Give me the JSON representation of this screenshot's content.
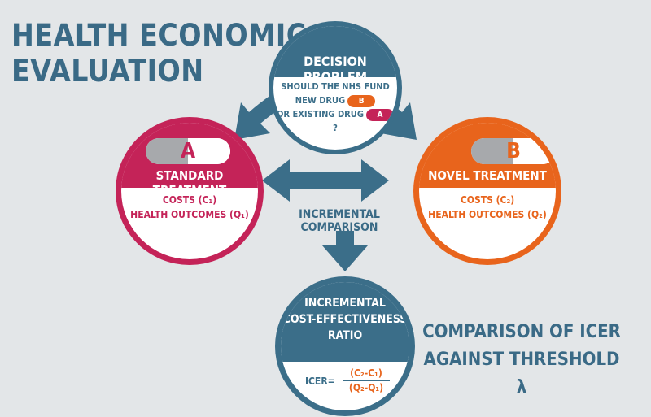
{
  "title_line1": "HEALTH ECONOMIC",
  "title_line2": "EVALUATION",
  "decision": {
    "heading": "DECISION PROBLEM",
    "line1": "SHOULD THE NHS FUND",
    "line2": "NEW DRUG",
    "pill_b": "B",
    "line3": "OR EXISTING DRUG",
    "pill_a": "A",
    "line4": "?"
  },
  "standard": {
    "letter": "A",
    "heading": "STANDARD TREATMENT",
    "costs": "COSTS (C₁)",
    "outcomes": "HEALTH OUTCOMES (Q₁)"
  },
  "novel": {
    "letter": "B",
    "heading": "NOVEL TREATMENT",
    "costs": "COSTS (C₂)",
    "outcomes": "HEALTH OUTCOMES (Q₂)"
  },
  "incremental_comparison": "INCREMENTAL COMPARISON",
  "icer": {
    "line1": "INCREMENTAL",
    "line2": "COST-EFFECTIVENESS",
    "line3": "RATIO",
    "formula_label": "ICER=",
    "numerator": "(C₂-C₁)",
    "denominator": "(Q₂-Q₁)"
  },
  "threshold_line1": "COMPARISON OF ICER",
  "threshold_line2": "AGAINST THRESHOLD λ",
  "colors": {
    "blue": "#3b6e89",
    "crimson": "#c42358",
    "orange": "#e8641c",
    "background": "#e3e6e8",
    "grey_pill": "#a7a9ac"
  }
}
